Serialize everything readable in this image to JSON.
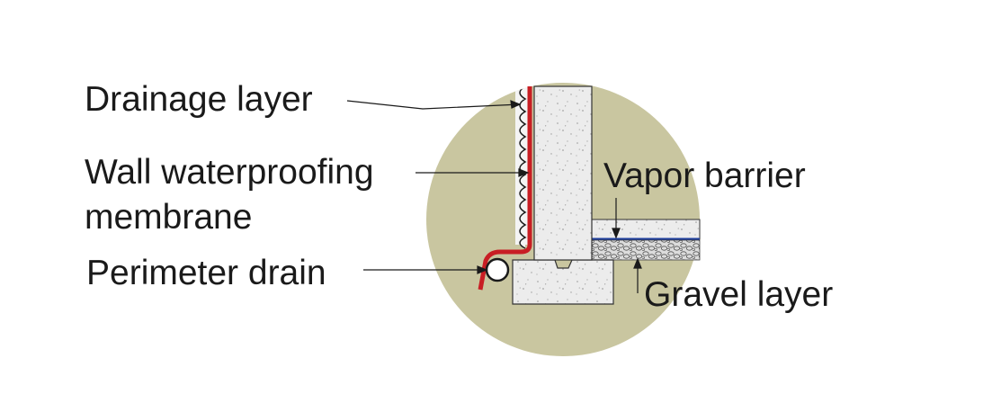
{
  "diagram": {
    "labels": {
      "drainage_layer": "Drainage layer",
      "wall_membrane_line1": "Wall waterproofing",
      "wall_membrane_line2": "membrane",
      "perimeter_drain": "Perimeter drain",
      "vapor_barrier": "Vapor barrier",
      "gravel_layer": "Gravel layer"
    },
    "colors": {
      "soil": "#c9c6a0",
      "concrete": "#ececec",
      "membrane": "#c81e24",
      "vapor_barrier": "#1f3f9c",
      "gravel": "#dcdcdc",
      "outline": "#1a1a1a"
    }
  }
}
